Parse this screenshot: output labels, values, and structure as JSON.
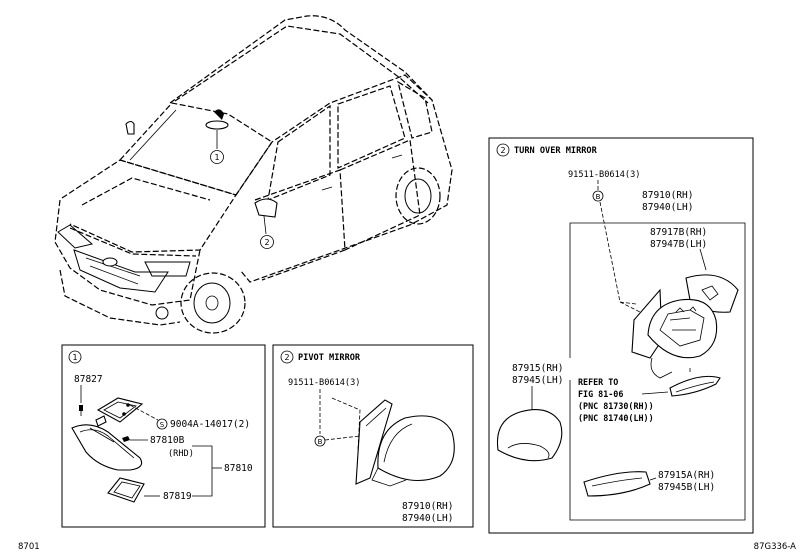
{
  "footer": {
    "left": "8701",
    "right": "87G336-A"
  },
  "car": {
    "callout_1": "1",
    "callout_2": "2"
  },
  "box1": {
    "number": "1",
    "parts": {
      "p87827": "87827",
      "p9004a": "9004A-14017(2)",
      "p87810b": "87810B",
      "rhd": "(RHD)",
      "p87810": "87810",
      "p87819": "87819"
    },
    "symbols": {
      "s": "S"
    }
  },
  "box2": {
    "number": "2",
    "title": "PIVOT MIRROR",
    "parts": {
      "bolt": "91511-B0614(3)",
      "rh": "87910(RH)",
      "lh": "87940(LH)"
    },
    "symbols": {
      "b": "B"
    }
  },
  "box3": {
    "number": "2",
    "title": "TURN OVER MIRROR",
    "parts": {
      "bolt": "91511-B0614(3)",
      "rh": "87910(RH)",
      "lh": "87940(LH)",
      "glass_rh": "87917B(RH)",
      "glass_lh": "87947B(LH)",
      "cover_rh": "87915(RH)",
      "cover_lh": "87945(LH)",
      "lamp_rh": "87915A(RH)",
      "lamp_lh": "87945B(LH)"
    },
    "refer": {
      "line1": "REFER TO",
      "line2": "FIG 81-06",
      "line3": "(PNC 81730(RH))",
      "line4": "(PNC 81740(LH))"
    },
    "symbols": {
      "b": "B"
    }
  }
}
